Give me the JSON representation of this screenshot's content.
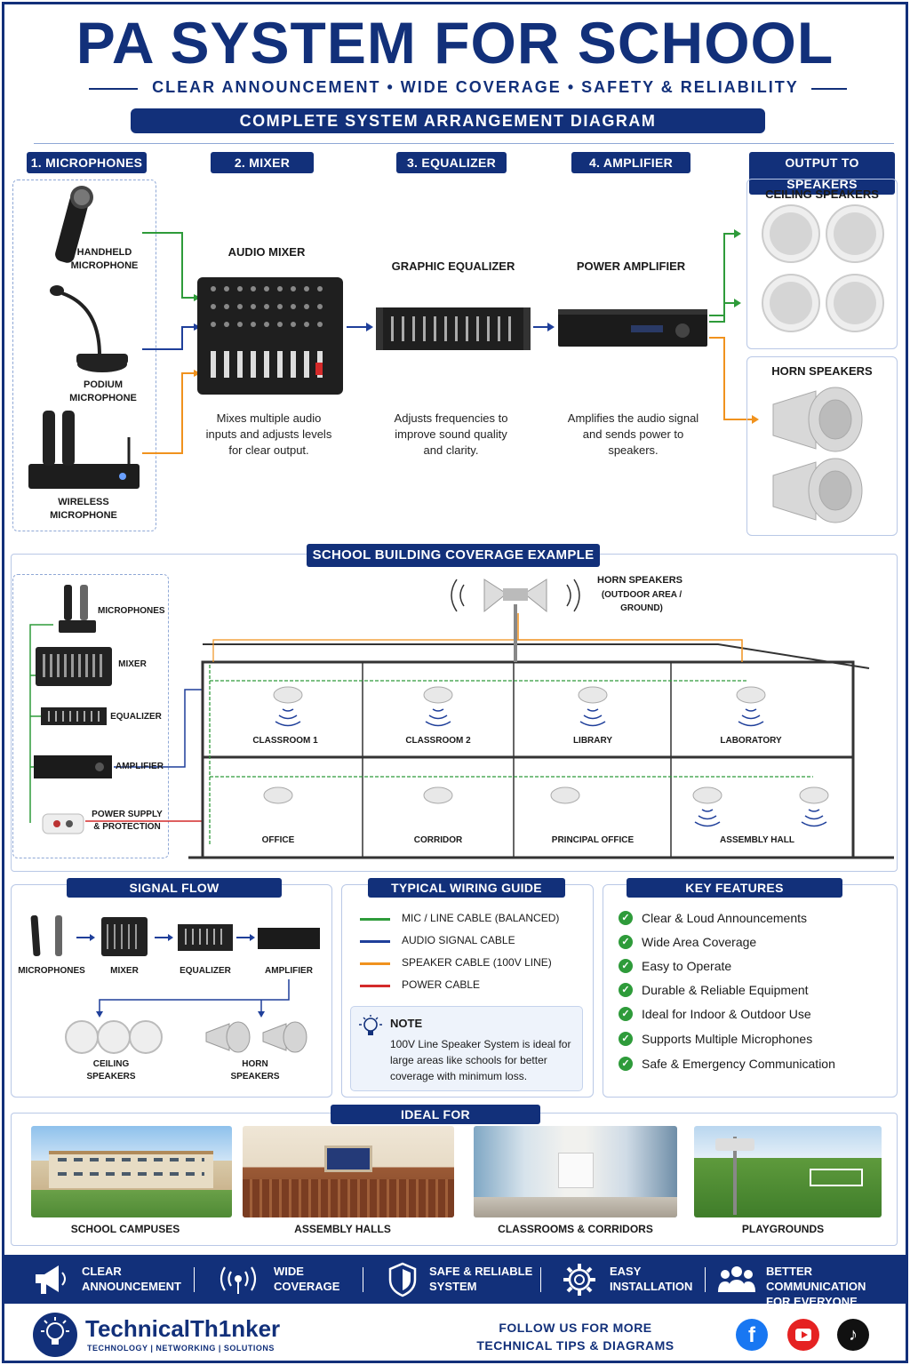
{
  "header": {
    "title": "PA SYSTEM FOR SCHOOL",
    "subtitle": "CLEAR ANNOUNCEMENT • WIDE COVERAGE • SAFETY & RELIABILITY",
    "banner": "COMPLETE SYSTEM ARRANGEMENT DIAGRAM"
  },
  "steps": [
    "1. MICROPHONES",
    "2. MIXER",
    "3. EQUALIZER",
    "4. AMPLIFIER",
    "OUTPUT TO SPEAKERS"
  ],
  "mics": {
    "handheld": "HANDHELD\nMICROPHONE",
    "podium": "PODIUM\nMICROPHONE",
    "wireless": "WIRELESS\nMICROPHONE"
  },
  "devices": {
    "mixer_title": "AUDIO MIXER",
    "mixer_desc": "Mixes multiple audio inputs and adjusts levels for clear output.",
    "eq_title": "GRAPHIC EQUALIZER",
    "eq_desc": "Adjusts frequencies to improve sound quality and clarity.",
    "amp_title": "POWER AMPLIFIER",
    "amp_desc": "Amplifies the audio signal and sends power to speakers."
  },
  "outputs": {
    "ceiling": "CEILING SPEAKERS",
    "horn": "HORN SPEAKERS"
  },
  "coverage": {
    "title": "SCHOOL BUILDING COVERAGE EXAMPLE",
    "horn_label": "HORN SPEAKERS",
    "horn_sub": "(OUTDOOR AREA / GROUND)",
    "rack": [
      "MICROPHONES",
      "MIXER",
      "EQUALIZER",
      "AMPLIFIER",
      "POWER SUPPLY\n& PROTECTION"
    ],
    "rooms_top": [
      "CLASSROOM 1",
      "CLASSROOM 2",
      "LIBRARY",
      "LABORATORY"
    ],
    "rooms_bottom": [
      "OFFICE",
      "CORRIDOR",
      "PRINCIPAL OFFICE",
      "ASSEMBLY HALL"
    ]
  },
  "signal_flow": {
    "title": "SIGNAL FLOW",
    "items": [
      "MICROPHONES",
      "MIXER",
      "EQUALIZER",
      "AMPLIFIER"
    ],
    "ceiling": "CEILING\nSPEAKERS",
    "horn": "HORN\nSPEAKERS"
  },
  "wiring": {
    "title": "TYPICAL WIRING GUIDE",
    "items": [
      {
        "label": "MIC / LINE CABLE (BALANCED)",
        "color": "#2e9b3a"
      },
      {
        "label": "AUDIO SIGNAL CABLE",
        "color": "#1f3f9a"
      },
      {
        "label": "SPEAKER CABLE (100V LINE)",
        "color": "#f0921e"
      },
      {
        "label": "POWER CABLE",
        "color": "#d42a2a"
      }
    ],
    "note_title": "NOTE",
    "note_text": "100V Line Speaker System is ideal for large areas like schools for better coverage with minimum loss."
  },
  "features": {
    "title": "KEY FEATURES",
    "items": [
      "Clear & Loud Announcements",
      "Wide Area Coverage",
      "Easy to Operate",
      "Durable & Reliable Equipment",
      "Ideal for Indoor & Outdoor Use",
      "Supports Multiple Microphones",
      "Safe & Emergency Communication"
    ]
  },
  "ideal_for": {
    "title": "IDEAL FOR",
    "items": [
      "SCHOOL CAMPUSES",
      "ASSEMBLY HALLS",
      "CLASSROOMS & CORRIDORS",
      "PLAYGROUNDS"
    ]
  },
  "footer_bar": [
    {
      "line1": "CLEAR",
      "line2": "ANNOUNCEMENT",
      "icon": "megaphone-icon"
    },
    {
      "line1": "WIDE",
      "line2": "COVERAGE",
      "icon": "broadcast-icon"
    },
    {
      "line1": "SAFE & RELIABLE",
      "line2": "SYSTEM",
      "icon": "shield-icon"
    },
    {
      "line1": "EASY",
      "line2": "INSTALLATION",
      "icon": "gear-icon"
    },
    {
      "line1": "BETTER COMMUNICATION",
      "line2": "FOR EVERYONE",
      "icon": "group-icon"
    }
  ],
  "brand": {
    "name": "TechnicalTh1nker",
    "tagline": "TECHNOLOGY | NETWORKING | SOLUTIONS",
    "follow1": "FOLLOW US FOR MORE",
    "follow2": "TECHNICAL TIPS & DIAGRAMS"
  },
  "colors": {
    "navy": "#12307a",
    "green": "#2e9b3a",
    "blue": "#1f3f9a",
    "orange": "#f0921e",
    "red": "#d42a2a"
  }
}
